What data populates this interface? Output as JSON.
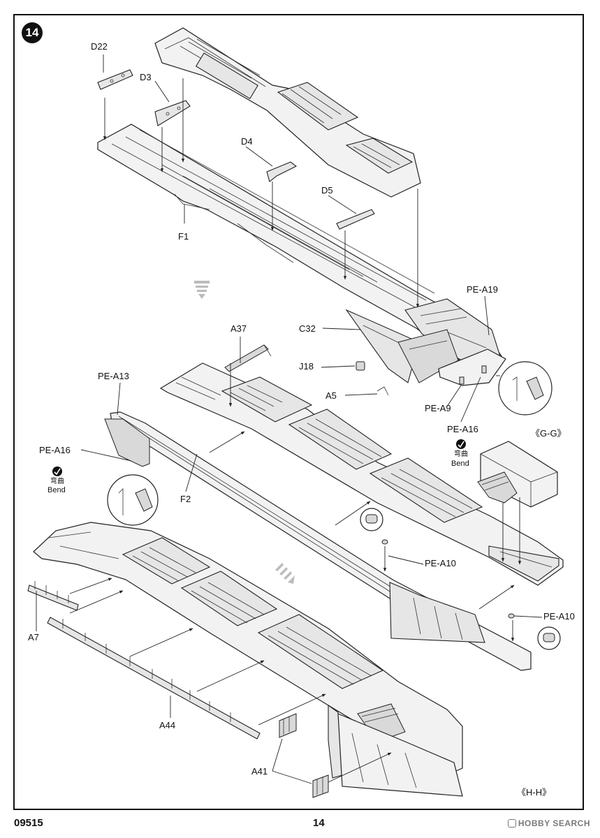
{
  "step": {
    "number": "14"
  },
  "parts": {
    "d22": "D22",
    "d3": "D3",
    "d4": "D4",
    "d5": "D5",
    "f1": "F1",
    "pe_a19": "PE-A19",
    "c32": "C32",
    "a37": "A37",
    "j18": "J18",
    "a5": "A5",
    "pe_a9": "PE-A9",
    "pe_a13": "PE-A13",
    "pe_a16_left": "PE-A16",
    "pe_a16_right": "PE-A16",
    "f2": "F2",
    "pe_a10_upper": "PE-A10",
    "pe_a10_lower": "PE-A10",
    "a7": "A7",
    "a44": "A44",
    "a41": "A41"
  },
  "bend_notes": {
    "left": {
      "cn": "弯曲",
      "en": "Bend"
    },
    "right": {
      "cn": "弯曲",
      "en": "Bend"
    }
  },
  "views": {
    "gg": "《G-G》",
    "hh": "《H-H》"
  },
  "footer": {
    "kit_number": "09515",
    "page_number": "14",
    "watermark": "HOBBY SEARCH"
  },
  "icons": [
    "step-badge",
    "bend-icon",
    "down-arrow-icon",
    "diagonal-arrow-icon"
  ]
}
